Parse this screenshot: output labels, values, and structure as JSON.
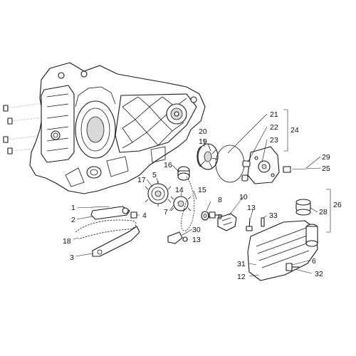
{
  "diagram": {
    "callouts": [
      {
        "id": "c21",
        "text": "21"
      },
      {
        "id": "c22",
        "text": "22"
      },
      {
        "id": "c23",
        "text": "23"
      },
      {
        "id": "c24",
        "text": "24"
      },
      {
        "id": "c20",
        "text": "20"
      },
      {
        "id": "c19",
        "text": "19"
      },
      {
        "id": "c16",
        "text": "16"
      },
      {
        "id": "c17",
        "text": "17"
      },
      {
        "id": "c5",
        "text": "5"
      },
      {
        "id": "c14",
        "text": "14"
      },
      {
        "id": "c15",
        "text": "15"
      },
      {
        "id": "c7",
        "text": "7"
      },
      {
        "id": "c8",
        "text": "8"
      },
      {
        "id": "c9",
        "text": "9"
      },
      {
        "id": "c10",
        "text": "10"
      },
      {
        "id": "c13a",
        "text": "13"
      },
      {
        "id": "c33",
        "text": "33"
      },
      {
        "id": "c29",
        "text": "29"
      },
      {
        "id": "c25",
        "text": "25"
      },
      {
        "id": "c26",
        "text": "26"
      },
      {
        "id": "c28",
        "text": "28"
      },
      {
        "id": "c1",
        "text": "1"
      },
      {
        "id": "c2",
        "text": "2"
      },
      {
        "id": "c4",
        "text": "4"
      },
      {
        "id": "c18",
        "text": "18"
      },
      {
        "id": "c3",
        "text": "3"
      },
      {
        "id": "c30",
        "text": "30"
      },
      {
        "id": "c13b",
        "text": "13"
      },
      {
        "id": "c31",
        "text": "31"
      },
      {
        "id": "c12",
        "text": "12"
      },
      {
        "id": "c6",
        "text": "6"
      },
      {
        "id": "c32",
        "text": "32"
      }
    ]
  }
}
